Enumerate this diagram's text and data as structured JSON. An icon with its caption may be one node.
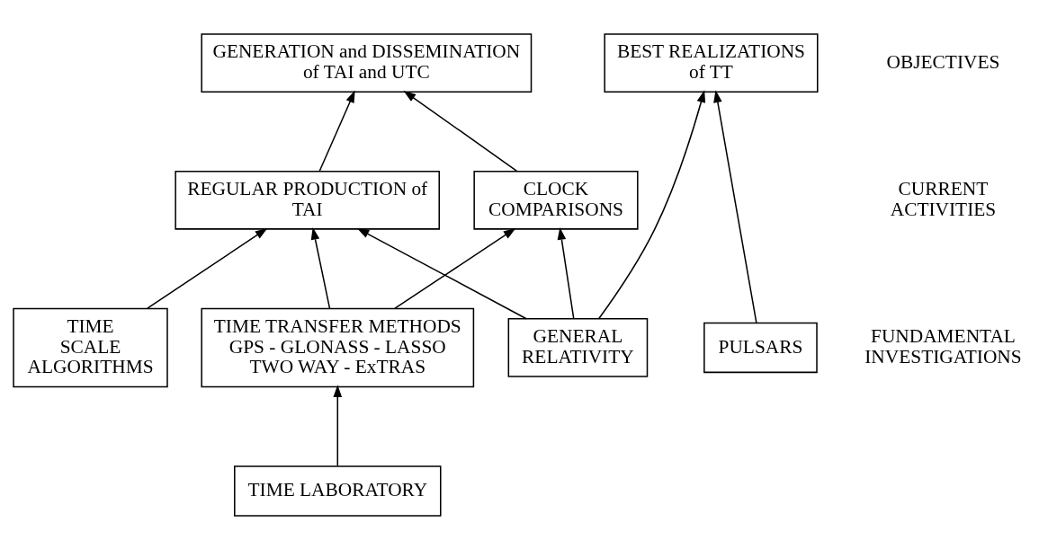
{
  "diagram": {
    "nodes": [
      {
        "text": [
          "GENERATION and DISSEMINATION of TAI and UTC"
        ]
      },
      {
        "text": [
          "BEST REALIZATIONS of TT"
        ]
      },
      {
        "text": [
          "REGULAR PRODUCTION of TAI"
        ]
      },
      {
        "text": [
          "CLOCK COMPARISONS"
        ]
      },
      {
        "text": [
          "TIME SCALE ALGORITHMS"
        ]
      },
      {
        "text": [
          "TIME TRANSFER METHODS",
          "GPS - GLONASS - LASSO",
          "TWO WAY - ExTRAS"
        ]
      },
      {
        "text": [
          "PULSARS"
        ]
      },
      {
        "text": [
          "GENERAL RELATIVITY"
        ]
      },
      {
        "text": [
          "TIME LABORATORY"
        ]
      }
    ],
    "edges": [
      {
        "from": 2,
        "to": 0,
        "arrow": "to"
      },
      {
        "from": 3,
        "to": 0,
        "arrow": "to"
      },
      {
        "from": 6,
        "to": 1,
        "arrow": "to"
      },
      {
        "from": 7,
        "to": 1,
        "arrow": "to"
      },
      {
        "from": 4,
        "to": 2,
        "arrow": "to"
      },
      {
        "from": 5,
        "to": 2,
        "arrow": "to"
      },
      {
        "from": 5,
        "to": 3,
        "arrow": "to"
      },
      {
        "from": 7,
        "to": 2,
        "arrow": "to"
      },
      {
        "from": 7,
        "to": 3,
        "arrow": "to"
      },
      {
        "from": 8,
        "to": 5,
        "arrow": "to"
      }
    ],
    "labels": [
      "OBJECTIVES",
      "CURRENT ACTIVITIES",
      "FUNDAMENTAL INVESTIGATIONS"
    ]
  }
}
